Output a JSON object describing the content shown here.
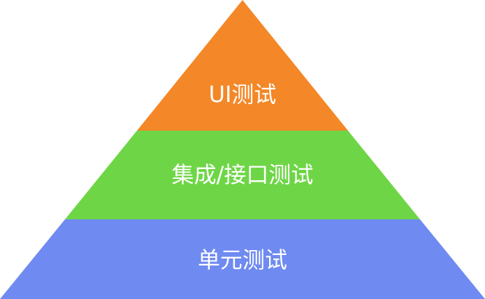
{
  "diagram": {
    "type": "test-pyramid",
    "layers": [
      {
        "label": "UI测试",
        "color": "#F48727"
      },
      {
        "label": "集成/接口测试",
        "color": "#6ED646"
      },
      {
        "label": "单元测试",
        "color": "#6F8AF1"
      }
    ]
  }
}
